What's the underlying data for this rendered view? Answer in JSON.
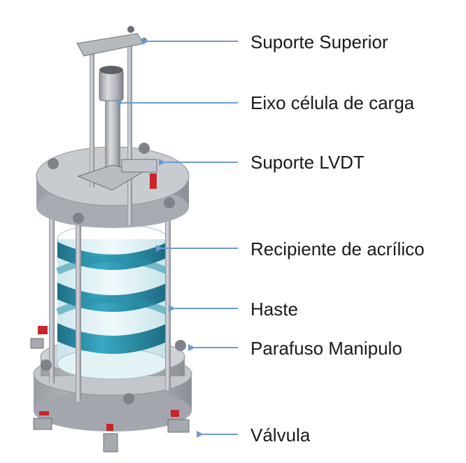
{
  "diagram": {
    "labels": [
      {
        "id": "suporte-superior",
        "text": "Suporte Superior"
      },
      {
        "id": "eixo-celula-de-carga",
        "text": "Eixo célula de carga"
      },
      {
        "id": "suporte-lvdt",
        "text": "Suporte LVDT"
      },
      {
        "id": "recipiente-de-acrilico",
        "text": "Recipiente de acrílico"
      },
      {
        "id": "haste",
        "text": "Haste"
      },
      {
        "id": "parafuso-manipulo",
        "text": "Parafuso Manipulo"
      },
      {
        "id": "valvula",
        "text": "Válvula"
      }
    ]
  },
  "colors": {
    "arrow": "#6f9bd1",
    "steel": "#b9bcc2",
    "acrylic_band": "#2a8fa8",
    "valve_handle": "#c8242b"
  }
}
